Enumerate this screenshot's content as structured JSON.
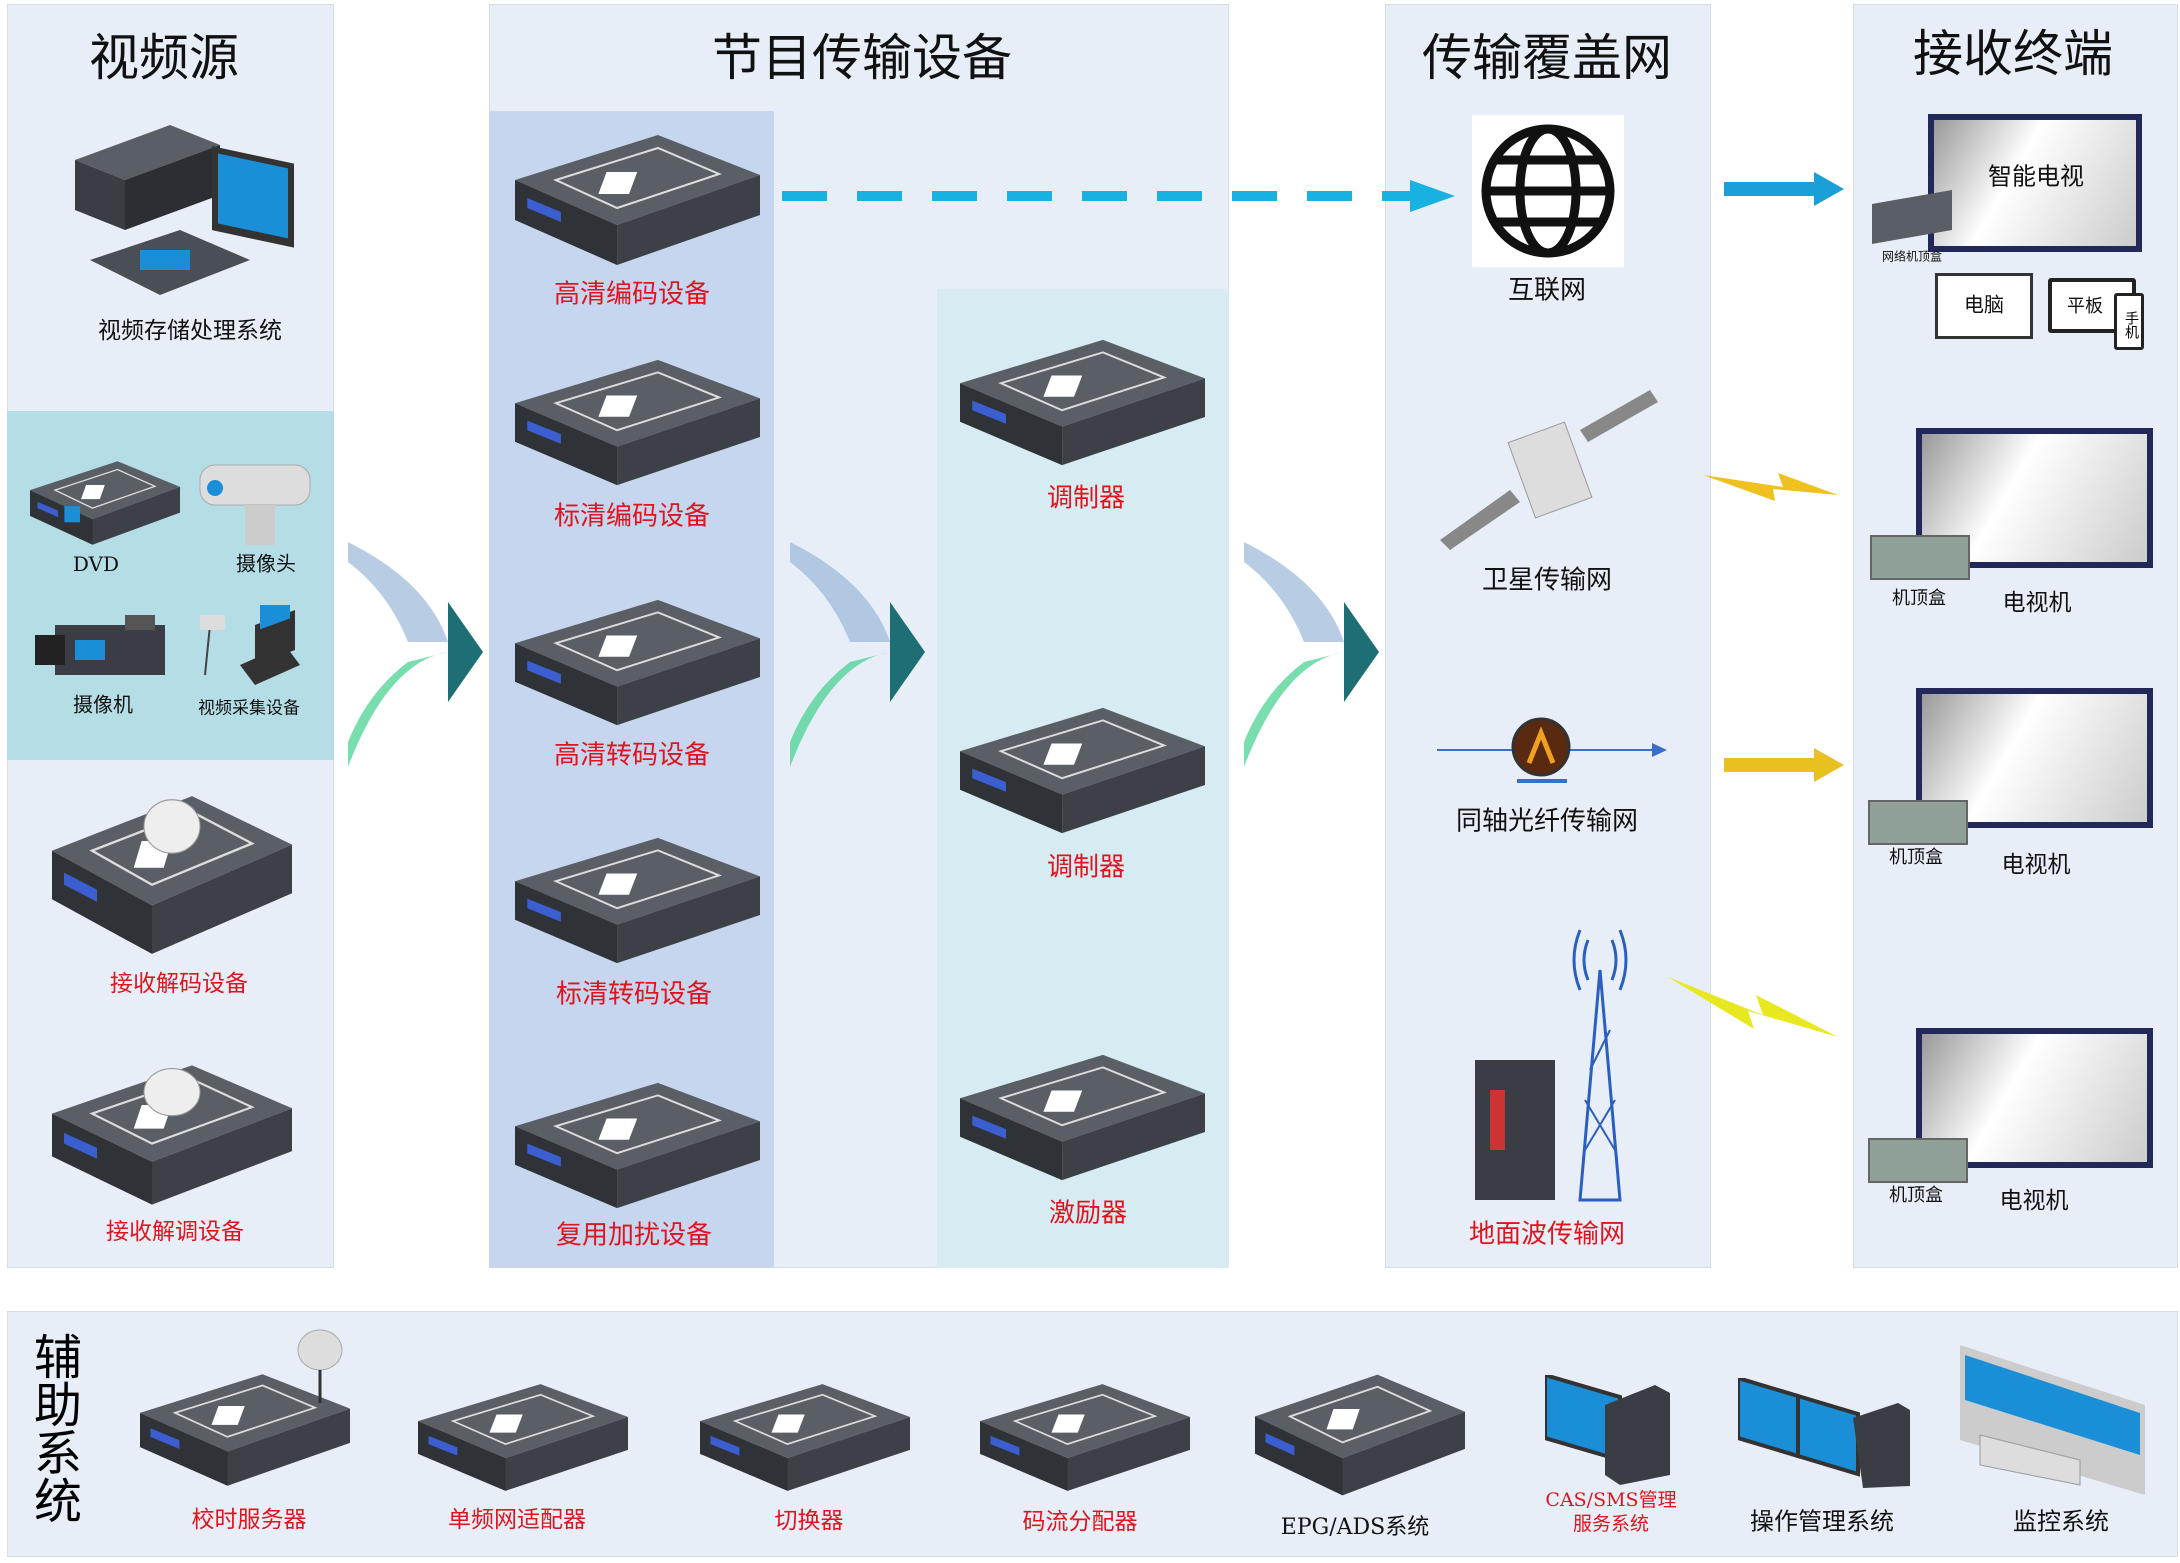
{
  "sections": {
    "video_source": {
      "title": "视频源",
      "storage": "视频存储处理系统",
      "dvd": "DVD",
      "webcam": "摄像头",
      "camcorder": "摄像机",
      "capture": "视频采集设备",
      "rx_decode": "接收解码设备",
      "rx_demod": "接收解调设备"
    },
    "program": {
      "title": "节目传输设备",
      "hd_encode": "高清编码设备",
      "sd_encode": "标清编码设备",
      "hd_transcode": "高清转码设备",
      "sd_transcode": "标清转码设备",
      "mux": "复用加扰设备",
      "modulator1": "调制器",
      "modulator2": "调制器",
      "exciter": "激励器"
    },
    "network": {
      "title": "传输覆盖网",
      "internet": "互联网",
      "satellite": "卫星传输网",
      "coax": "同轴光纤传输网",
      "terrestrial": "地面波传输网"
    },
    "terminal": {
      "title": "接收终端",
      "smart_tv": "智能电视",
      "net_stb": "网络机顶盒",
      "pc": "电脑",
      "tablet": "平板",
      "phone": "手机",
      "stb": "机顶盒",
      "tv": "电视机"
    },
    "aux": {
      "title": "辅助系统",
      "items": [
        "校时服务器",
        "单频网适配器",
        "切换器",
        "码流分配器",
        "EPG/ADS系统",
        "CAS/SMS管理服务系统",
        "操作管理系统",
        "监控系统"
      ]
    }
  },
  "colors": {
    "red": "#e0141e",
    "cyan": "#19b2e0",
    "panel": "#e8eef7",
    "blue_col": "#c5d6ee",
    "cyan_col": "#d7ecf2"
  }
}
